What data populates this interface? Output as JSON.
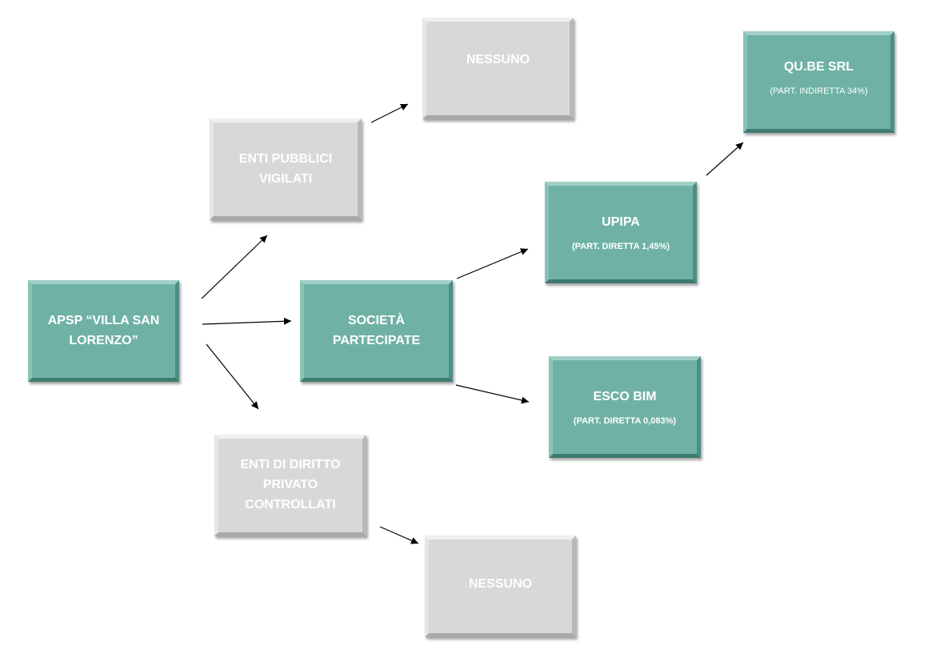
{
  "colors": {
    "teal": "#6fb2a5",
    "gray": "#d8d8d8",
    "arrow": "#000000"
  },
  "nodes": {
    "apsp": {
      "title": "APSP “VILLA SAN LORENZO”"
    },
    "enti_pubblici": {
      "title": "ENTI PUBBLICI VIGILATI"
    },
    "nessuno_top": {
      "title": "NESSUNO"
    },
    "societa": {
      "title": "SOCIETÀ PARTECIPATE"
    },
    "enti_privati": {
      "title": "ENTI DI DIRITTO PRIVATO CONTROLLATI"
    },
    "nessuno_bottom": {
      "title": "NESSUNO"
    },
    "upipa": {
      "title": "UPIPA",
      "detail": "(PART. DIRETTA 1,45%)"
    },
    "esco": {
      "title": "ESCO BIM",
      "detail": "(PART. DIRETTA 0,083%)"
    },
    "qube": {
      "title": "QU.BE SRL",
      "detail": "(PART. INDIRETTA 34%)"
    }
  },
  "edges": [
    {
      "from": "apsp",
      "to": "enti_pubblici"
    },
    {
      "from": "apsp",
      "to": "societa"
    },
    {
      "from": "apsp",
      "to": "enti_privati"
    },
    {
      "from": "enti_pubblici",
      "to": "nessuno_top"
    },
    {
      "from": "enti_privati",
      "to": "nessuno_bottom"
    },
    {
      "from": "societa",
      "to": "upipa"
    },
    {
      "from": "societa",
      "to": "esco"
    },
    {
      "from": "upipa",
      "to": "qube"
    }
  ]
}
